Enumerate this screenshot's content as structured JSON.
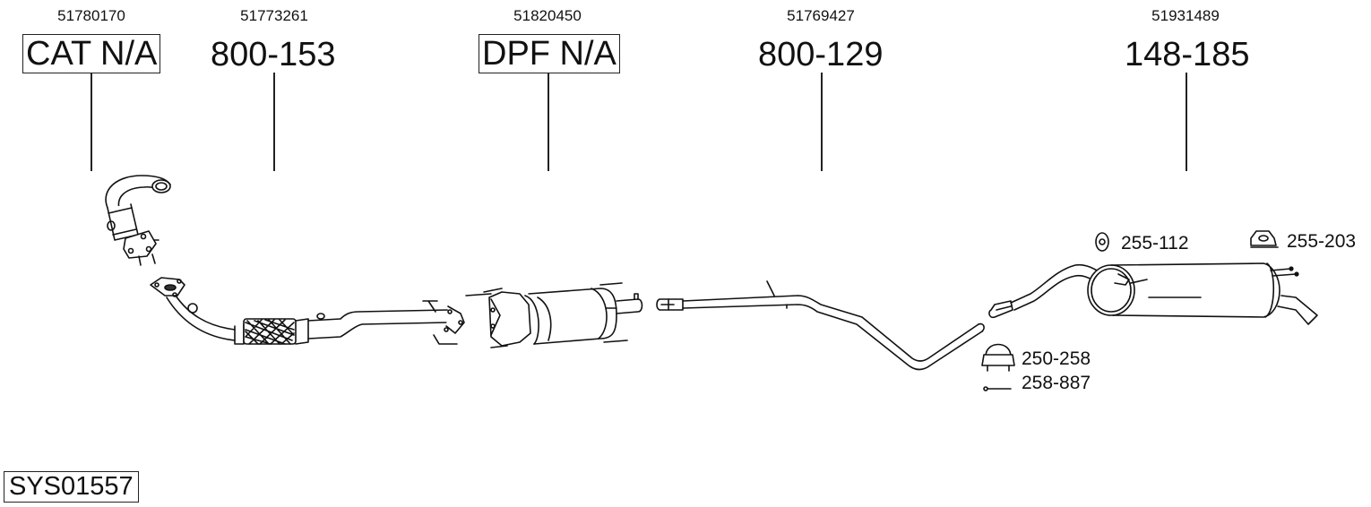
{
  "diagram": {
    "system_code": "SYS01557",
    "parts": [
      {
        "oe_number": "51780170",
        "ref": "CAT N/A",
        "boxed": true,
        "name": "catalytic converter"
      },
      {
        "oe_number": "51773261",
        "ref": "800-153",
        "boxed": false,
        "name": "front pipe"
      },
      {
        "oe_number": "51820450",
        "ref": "DPF N/A",
        "boxed": true,
        "name": "diesel particulate filter"
      },
      {
        "oe_number": "51769427",
        "ref": "800-129",
        "boxed": false,
        "name": "middle pipe"
      },
      {
        "oe_number": "51931489",
        "ref": "148-185",
        "boxed": false,
        "name": "rear silencer"
      }
    ],
    "accessories": [
      {
        "ref": "255-112",
        "icon": "rubber-mount-icon"
      },
      {
        "ref": "255-203",
        "icon": "hanger-bracket-icon"
      },
      {
        "ref": "250-258",
        "icon": "u-clamp-icon"
      },
      {
        "ref": "258-887",
        "icon": "bolt-icon"
      }
    ]
  }
}
